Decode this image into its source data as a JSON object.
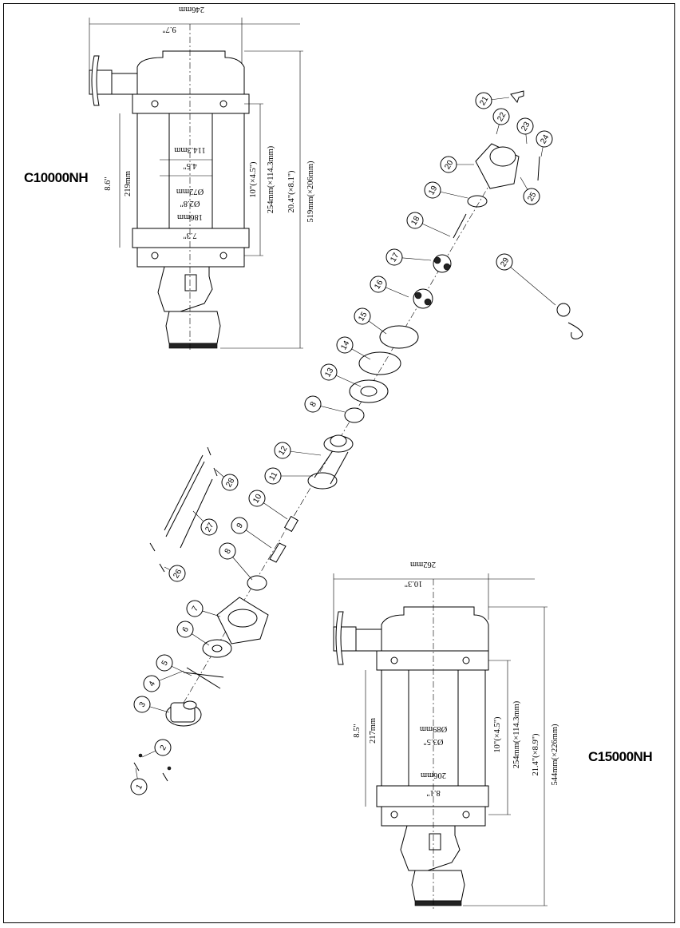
{
  "models": {
    "top": "C10000NH",
    "bottom": "C15000NH"
  },
  "top_dims": {
    "width_mm": "246mm",
    "width_in": "9.7\"",
    "drum_len_in": "8.6\"",
    "drum_len_mm": "219mm",
    "flange_gap_mm": "114.3mm",
    "flange_gap_in": "4.5\"",
    "drum_dia_mm": "Ø72mm",
    "drum_dia_in": "Ø2.8\"",
    "inner_len_mm": "186mm",
    "inner_len_in": "7.3\"",
    "bolt_in": "10\"(×4.5\")",
    "bolt_mm": "254mm(×114.3mm)",
    "overall_in": "20.4\"(×8.1\")",
    "overall_mm": "519mm(×206mm)"
  },
  "bottom_dims": {
    "width_mm": "262mm",
    "width_in": "10.3\"",
    "drum_len_in": "8.5\"",
    "drum_len_mm": "217mm",
    "drum_dia_mm": "Ø89mm",
    "drum_dia_in": "Ø3.5\"",
    "inner_len_mm": "206mm",
    "inner_len_in": "8.1\"",
    "bolt_in": "10\"(×4.5\")",
    "bolt_mm": "254mm(×114.3mm)",
    "overall_in": "21.4\"(×8.9\")",
    "overall_mm": "544mm(×226mm)"
  },
  "parts": [
    "1",
    "2",
    "3",
    "4",
    "5",
    "6",
    "7",
    "8",
    "9",
    "10",
    "11",
    "12",
    "8",
    "13",
    "14",
    "15",
    "16",
    "17",
    "18",
    "19",
    "20",
    "21",
    "22",
    "23",
    "24",
    "25",
    "26",
    "27",
    "28",
    "29"
  ]
}
